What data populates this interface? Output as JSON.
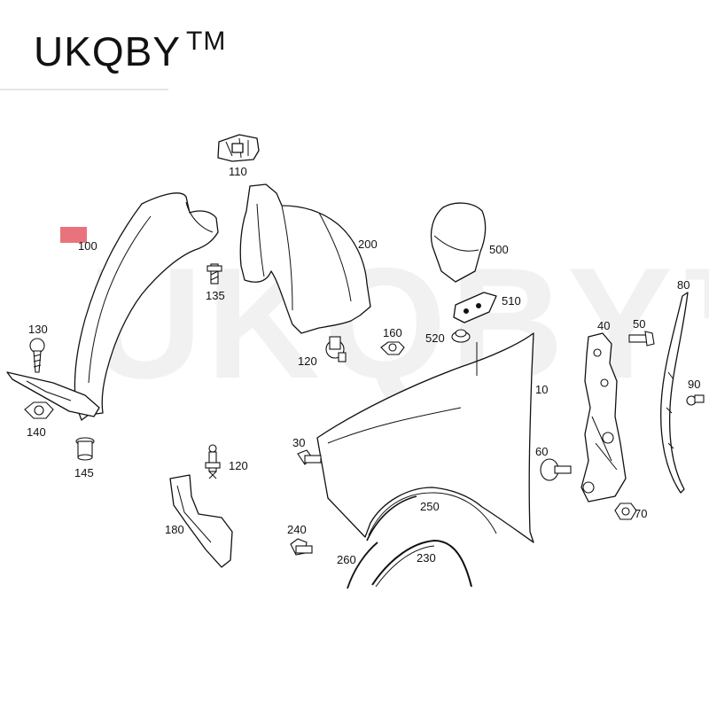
{
  "brand": {
    "name": "UKQBY",
    "mark": "TM"
  },
  "watermark": "UKQBY™",
  "highlight_color": "#e8737d",
  "parts": [
    {
      "id": "110",
      "label": "110"
    },
    {
      "id": "100",
      "label": "100"
    },
    {
      "id": "200",
      "label": "200"
    },
    {
      "id": "135",
      "label": "135"
    },
    {
      "id": "500",
      "label": "500"
    },
    {
      "id": "510",
      "label": "510"
    },
    {
      "id": "520",
      "label": "520"
    },
    {
      "id": "160",
      "label": "160"
    },
    {
      "id": "120a",
      "label": "120"
    },
    {
      "id": "130",
      "label": "130"
    },
    {
      "id": "140",
      "label": "140"
    },
    {
      "id": "145",
      "label": "145"
    },
    {
      "id": "40",
      "label": "40"
    },
    {
      "id": "50",
      "label": "50"
    },
    {
      "id": "80",
      "label": "80"
    },
    {
      "id": "90",
      "label": "90"
    },
    {
      "id": "10",
      "label": "10"
    },
    {
      "id": "30",
      "label": "30"
    },
    {
      "id": "120b",
      "label": "120"
    },
    {
      "id": "60",
      "label": "60"
    },
    {
      "id": "70",
      "label": "70"
    },
    {
      "id": "180",
      "label": "180"
    },
    {
      "id": "250",
      "label": "250"
    },
    {
      "id": "240",
      "label": "240"
    },
    {
      "id": "260",
      "label": "260"
    },
    {
      "id": "230",
      "label": "230"
    }
  ]
}
